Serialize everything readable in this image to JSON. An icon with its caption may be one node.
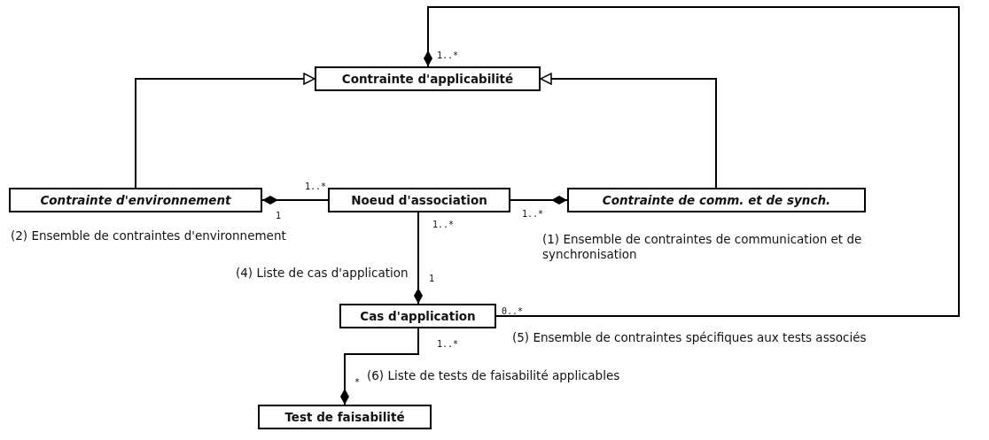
{
  "diagram": {
    "nodes": [
      {
        "text": [
          "Contrainte d'applicabilité"
        ]
      },
      {
        "text": [
          "Contrainte d'environnement"
        ]
      },
      {
        "text": [
          "Noeud d'association"
        ]
      },
      {
        "text": [
          "Contrainte de comm. et de synch."
        ]
      },
      {
        "text": [
          "Cas d'application"
        ]
      },
      {
        "text": [
          "Test de faisabilité"
        ]
      }
    ],
    "edges": [
      {
        "from": 1,
        "to": 0,
        "arrow": "to"
      },
      {
        "from": 3,
        "to": 0,
        "arrow": "to"
      },
      {
        "from": 2,
        "to": 1,
        "arrow": "other",
        "label": "(2) Ensemble de contraintes d'environnement"
      },
      {
        "from": 2,
        "to": 3,
        "arrow": "other",
        "label": "(1) Ensemble de contraintes de communication et de synchronisation"
      },
      {
        "from": 2,
        "to": 4,
        "arrow": "other",
        "label": "(4) Liste de cas d'application"
      },
      {
        "from": 4,
        "to": 0,
        "arrow": "other",
        "label": "(5) Ensemble de contraintes spécifiques aux tests associés"
      },
      {
        "from": 4,
        "to": 5,
        "arrow": "other",
        "label": "(6) Liste de tests de faisabilité applicables"
      }
    ],
    "labels": [
      "1..*",
      "1..*",
      "1",
      "1..*",
      "1..*",
      "1",
      "0..*",
      "1..*",
      "*"
    ]
  }
}
